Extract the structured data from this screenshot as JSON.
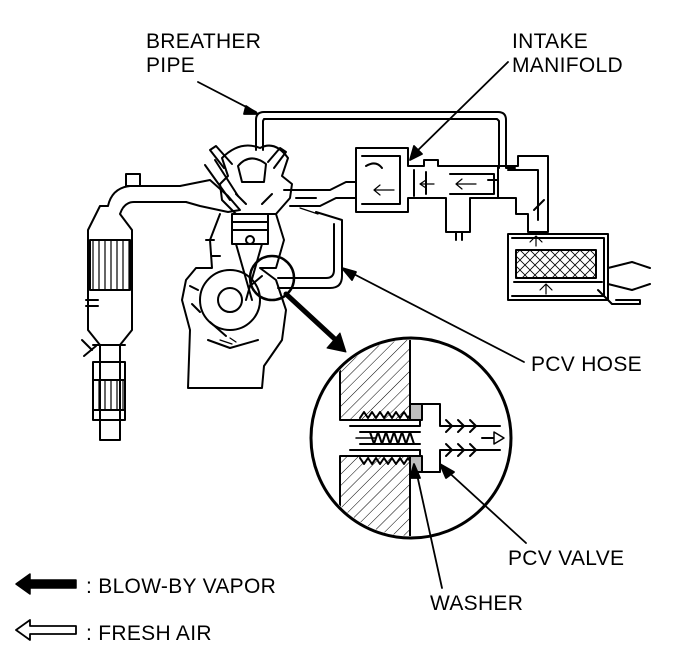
{
  "labels": {
    "breather_pipe": [
      "BREATHER",
      "PIPE"
    ],
    "intake_manifold": [
      "INTAKE",
      "MANIFOLD"
    ],
    "pcv_hose": "PCV HOSE",
    "pcv_valve": "PCV VALVE",
    "washer": "WASHER"
  },
  "legend": {
    "blow_by": ": BLOW-BY VAPOR",
    "fresh_air": ": FRESH AIR"
  }
}
